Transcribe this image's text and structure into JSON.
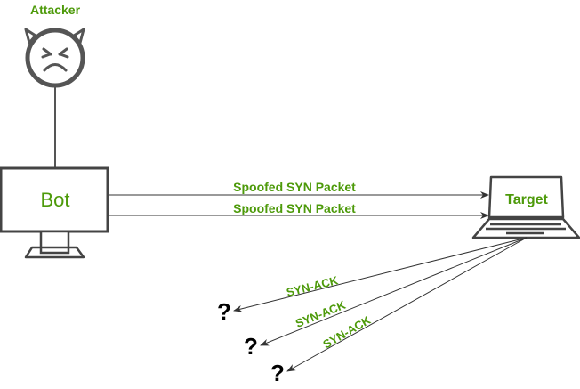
{
  "nodes": {
    "attacker": {
      "label": "Attacker",
      "icon": "angry-devil-face-icon"
    },
    "bot": {
      "label": "Bot",
      "icon": "monitor-icon"
    },
    "target": {
      "label": "Target",
      "icon": "laptop-icon"
    }
  },
  "edges": {
    "spoofed": [
      {
        "label": "Spoofed SYN Packet"
      },
      {
        "label": "Spoofed SYN Packet"
      }
    ],
    "synack": [
      {
        "label": "SYN-ACK",
        "dest": "?"
      },
      {
        "label": "SYN-ACK",
        "dest": "?"
      },
      {
        "label": "SYN-ACK",
        "dest": "?"
      }
    ]
  },
  "colors": {
    "label_green": "#4d9a0a",
    "stroke": "#4d4d4d"
  }
}
